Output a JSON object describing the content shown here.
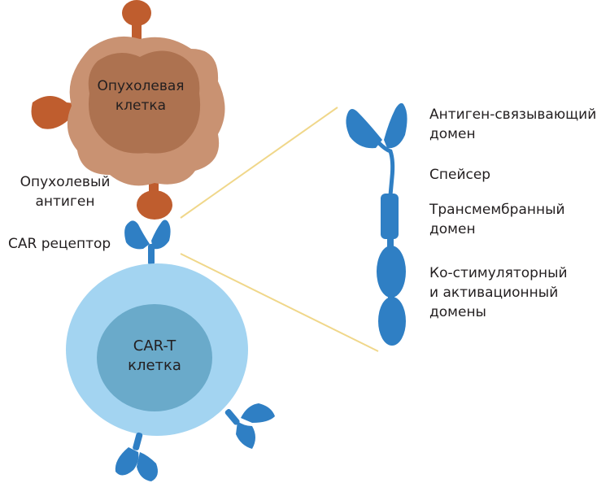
{
  "colors": {
    "tumor_outer": "#c99272",
    "tumor_inner": "#ad7250",
    "antigen": "#bf5d2e",
    "tcell_outer": "#a3d4f1",
    "tcell_inner": "#6aaaca",
    "receptor": "#2f7fc4",
    "connector_line": "#f0d78a",
    "text": "#231f20"
  },
  "tumor_cell": {
    "line1": "Опухолевая",
    "line2": "клетка"
  },
  "tcell": {
    "line1": "CAR-T",
    "line2": "клетка"
  },
  "left_labels": {
    "antigen_line1": "Опухолевый",
    "antigen_line2": "антиген",
    "car_receptor": "CAR рецептор"
  },
  "domain_labels": {
    "antigen_binding_line1": "Антиген-связывающий",
    "antigen_binding_line2": "домен",
    "spacer": "Спейсер",
    "transmembrane_line1": "Трансмембранный",
    "transmembrane_line2": "домен",
    "costim_line1": "Ко-стимуляторный",
    "costim_line2": "и активационный",
    "costim_line3": "домены"
  }
}
